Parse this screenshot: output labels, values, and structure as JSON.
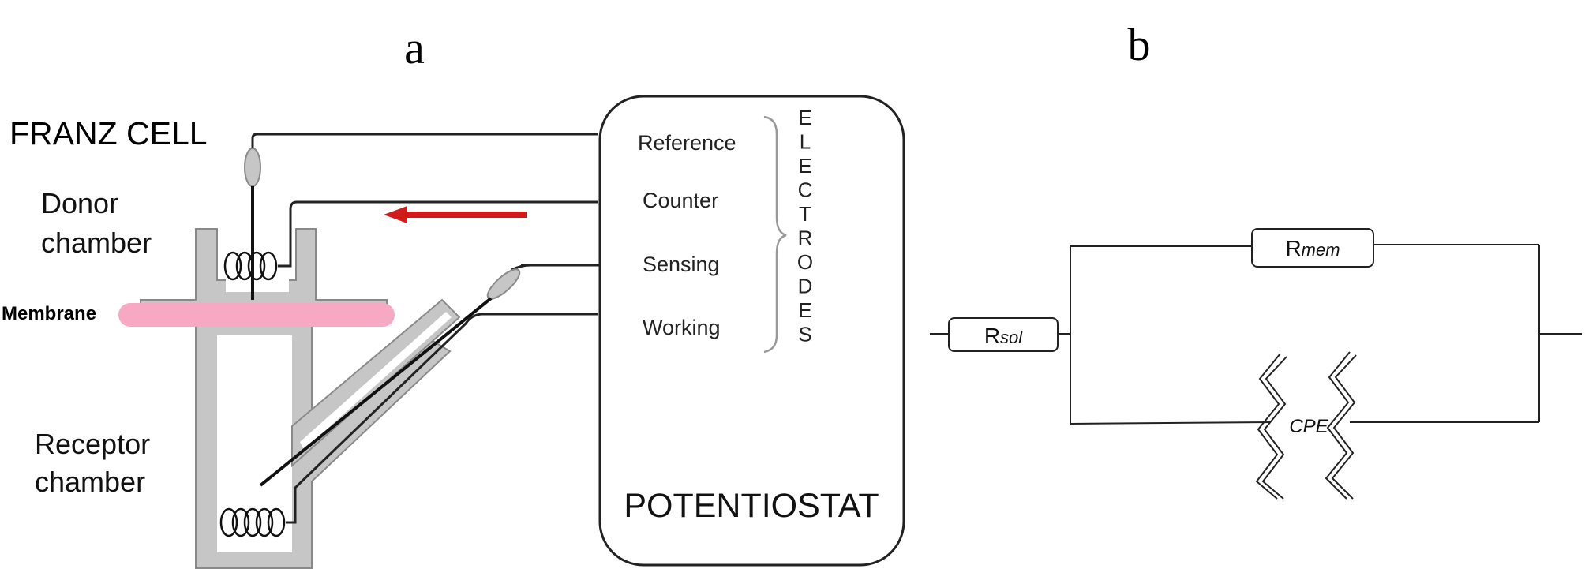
{
  "panels": {
    "a_label": "a",
    "b_label": "b"
  },
  "franz_cell": {
    "title": "FRANZ CELL",
    "donor_line1": "Donor",
    "donor_line2": "chamber",
    "membrane": "Membrane",
    "receptor_line1": "Receptor",
    "receptor_line2": "chamber"
  },
  "potentiostat": {
    "label": "POTENTIOSTAT",
    "electrodes": [
      "Reference",
      "Counter",
      "Sensing",
      "Working"
    ],
    "group_letters": [
      "E",
      "L",
      "E",
      "C",
      "T",
      "R",
      "O",
      "D",
      "E",
      "S"
    ]
  },
  "circuit": {
    "r_sol_main": "R",
    "r_sol_sub": "sol",
    "r_mem_main": "R",
    "r_mem_sub": "mem",
    "cpe": "CPE"
  },
  "colors": {
    "glass": "#c6c6c6",
    "glass_edge": "#8a8a8a",
    "membrane": "#f7a9c4",
    "arrow": "#d11a1a",
    "line": "#222222"
  }
}
